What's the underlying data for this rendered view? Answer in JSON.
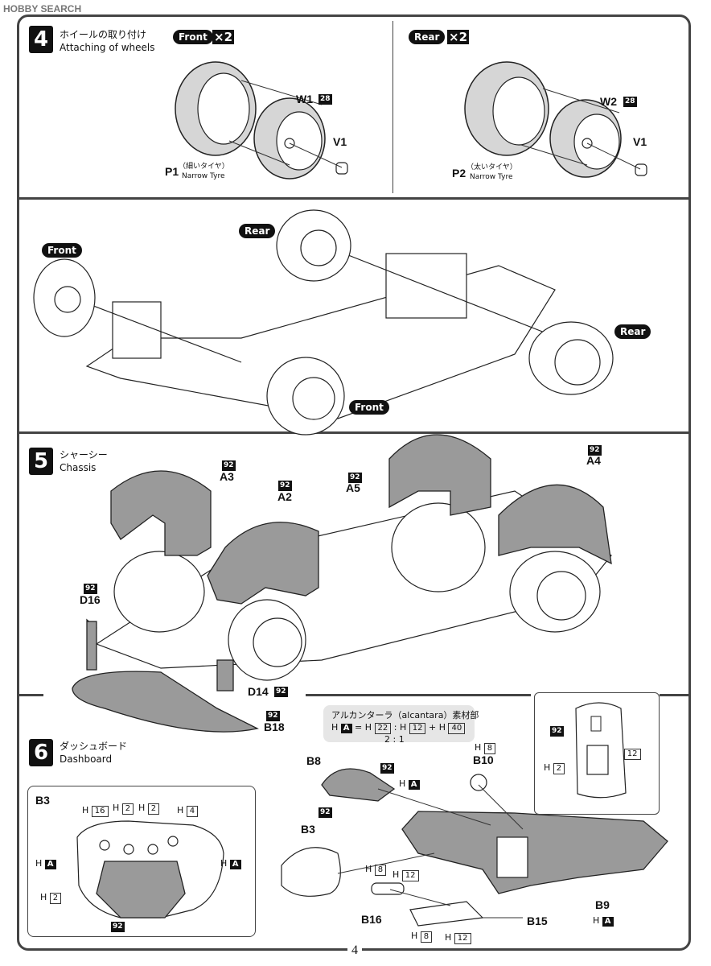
{
  "watermark": "HOBBY SEARCH",
  "page_number": "4",
  "step4": {
    "number": "4",
    "title_ja": "ホイールの取り付け",
    "title_en": "Attaching of wheels",
    "front_label": "Front",
    "rear_label": "Rear",
    "mult": "×2",
    "w1": "W1",
    "w1_num": "28",
    "w2": "W2",
    "w2_num": "28",
    "v1": "V1",
    "p1": "P1",
    "p1_ja": "（細いタイヤ）",
    "p1_en": "Narrow Tyre",
    "p2": "P2",
    "p2_ja": "（太いタイヤ）",
    "p2_en": "Narrow Tyre",
    "assembly_front_1": "Front",
    "assembly_rear_1": "Rear",
    "assembly_rear_2": "Rear",
    "assembly_front_2": "Front"
  },
  "step5": {
    "number": "5",
    "title_ja": "シャーシー",
    "title_en": "Chassis",
    "paint": "92",
    "a3": "A3",
    "a2": "A2",
    "a5": "A5",
    "a4": "A4",
    "d16": "D16",
    "d14": "D14",
    "b18": "B18"
  },
  "step6": {
    "number": "6",
    "title_ja": "ダッシュボード",
    "title_en": "Dashboard",
    "alcantara_title": "アルカンターラ（alcantara）素材部",
    "h": "H",
    "code_a": "A",
    "mix_22": "22",
    "mix_12": "12",
    "mix_40": "40",
    "ratio": "2 : 1",
    "b8": "B8",
    "b10": "B10",
    "b3": "B3",
    "b16": "B16",
    "b15": "B15",
    "b9": "B9",
    "h8": "8",
    "h12": "12",
    "h16": "16",
    "h2": "2",
    "h4": "4",
    "paint": "92"
  }
}
